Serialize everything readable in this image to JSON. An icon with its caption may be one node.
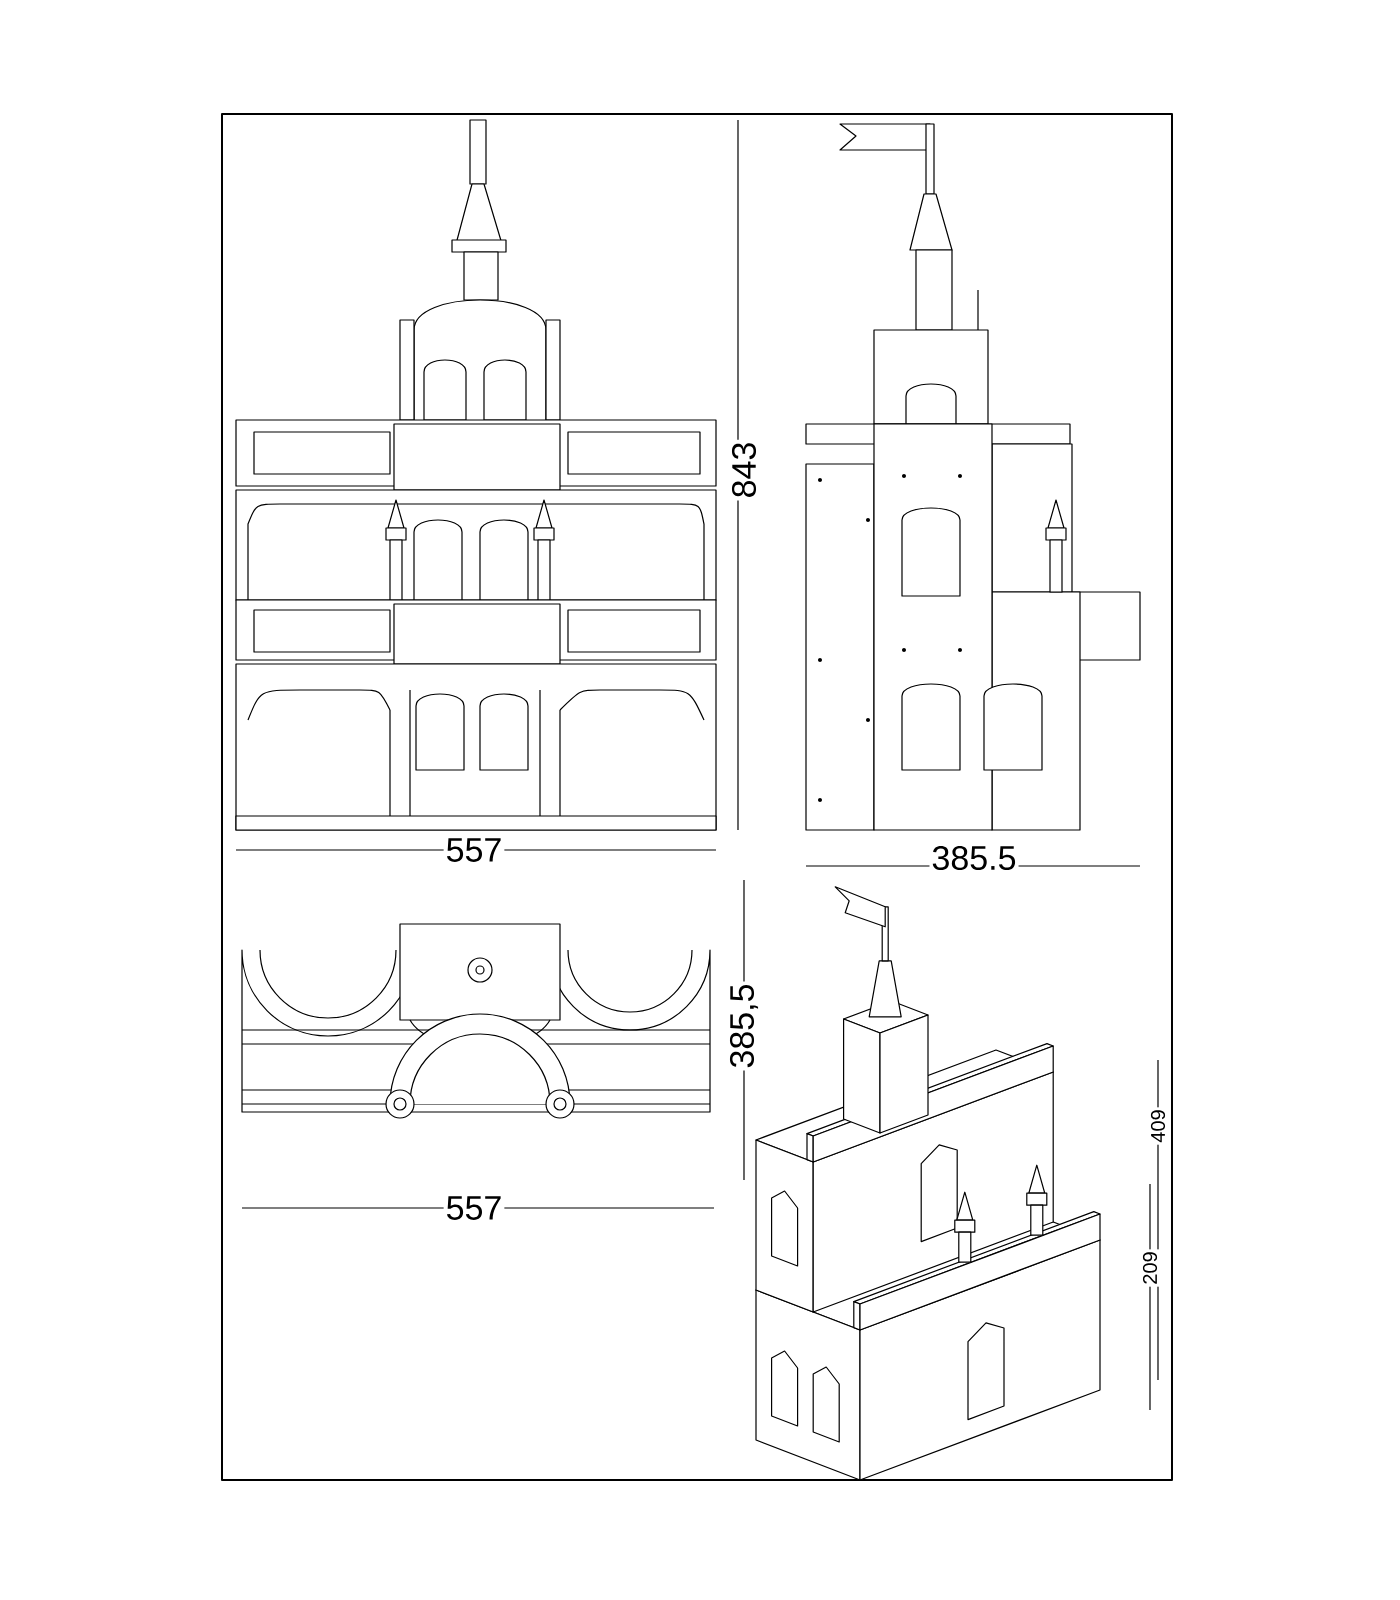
{
  "diagram": {
    "labels": [
      "843",
      "557",
      "385.5",
      "385,5",
      "409",
      "557",
      "209"
    ]
  }
}
